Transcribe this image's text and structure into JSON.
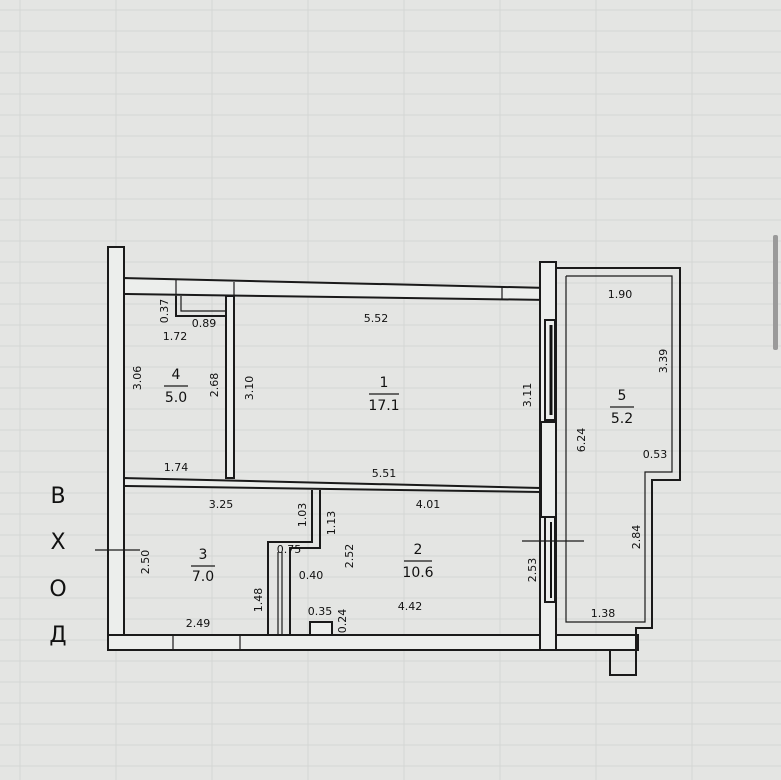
{
  "rooms": [
    {
      "number": "1",
      "area": "17.1"
    },
    {
      "number": "2",
      "area": "10.6"
    },
    {
      "number": "3",
      "area": "7.0"
    },
    {
      "number": "4",
      "area": "5.0"
    },
    {
      "number": "5",
      "area": "5.2"
    }
  ],
  "dimensions": {
    "d5_52": "5.52",
    "d1_72": "1.72",
    "d0_37": "0.37",
    "d0_89": "0.89",
    "d3_06": "3.06",
    "d2_68": "2.68",
    "d3_10": "3.10",
    "d3_11": "3.11",
    "d1_74": "1.74",
    "d5_51": "5.51",
    "d3_25": "3.25",
    "d1_03": "1.03",
    "d1_13": "1.13",
    "d4_01": "4.01",
    "d0_75": "0.75",
    "d2_50": "2.50",
    "d2_52": "2.52",
    "d0_40": "0.40",
    "d1_48": "1.48",
    "d2_53": "2.53",
    "d0_35": "0.35",
    "d0_24": "0.24",
    "d4_42": "4.42",
    "d2_49": "2.49",
    "d1_90": "1.90",
    "d3_39": "3.39",
    "d6_24": "6.24",
    "d0_53": "0.53",
    "d2_84": "2.84",
    "d1_38": "1.38"
  },
  "entrance": {
    "letters": [
      "В",
      "Х",
      "О",
      "Д"
    ]
  },
  "colors": {
    "paper": "#e4e5e3",
    "line": "#1a1a1a"
  }
}
